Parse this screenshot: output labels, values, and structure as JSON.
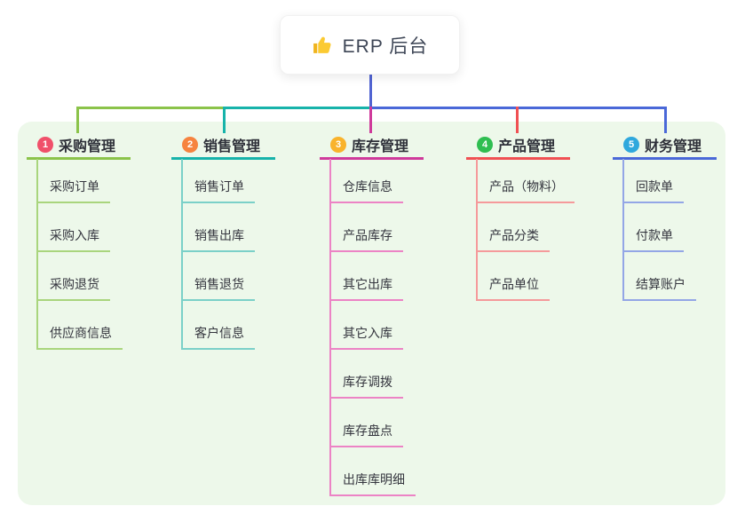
{
  "root": {
    "title": "ERP 后台",
    "icon": "thumbs-up-icon"
  },
  "branches": [
    {
      "index": "1",
      "label": "采购管理",
      "badge_color": "#f0506a",
      "line_color": "#8bc34a",
      "child_line_color": "#a9d57d",
      "children": [
        "采购订单",
        "采购入库",
        "采购退货",
        "供应商信息"
      ]
    },
    {
      "index": "2",
      "label": "销售管理",
      "badge_color": "#f6833f",
      "line_color": "#17b3aa",
      "child_line_color": "#7bd0c8",
      "children": [
        "销售订单",
        "销售出库",
        "销售退货",
        "客户信息"
      ]
    },
    {
      "index": "3",
      "label": "库存管理",
      "badge_color": "#f9b32c",
      "line_color": "#cf3a9b",
      "child_line_color": "#ec83c5",
      "children": [
        "仓库信息",
        "产品库存",
        "其它出库",
        "其它入库",
        "库存调拨",
        "库存盘点",
        "出库库明细"
      ]
    },
    {
      "index": "4",
      "label": "产品管理",
      "badge_color": "#2fbe51",
      "line_color": "#f05053",
      "child_line_color": "#f59a9b",
      "children": [
        "产品（物料）",
        "产品分类",
        "产品单位"
      ]
    },
    {
      "index": "5",
      "label": "财务管理",
      "badge_color": "#2fa8dd",
      "line_color": "#4a68d8",
      "child_line_color": "#93a6e6",
      "children": [
        "回款单",
        "付款单",
        "结算账户"
      ]
    }
  ],
  "colors": {
    "canvas_bg": "#ffffff",
    "panel_bg": "#edf8ea",
    "root_line": "#5164d2",
    "root_text": "#3e4656",
    "node_text": "#34353e"
  }
}
